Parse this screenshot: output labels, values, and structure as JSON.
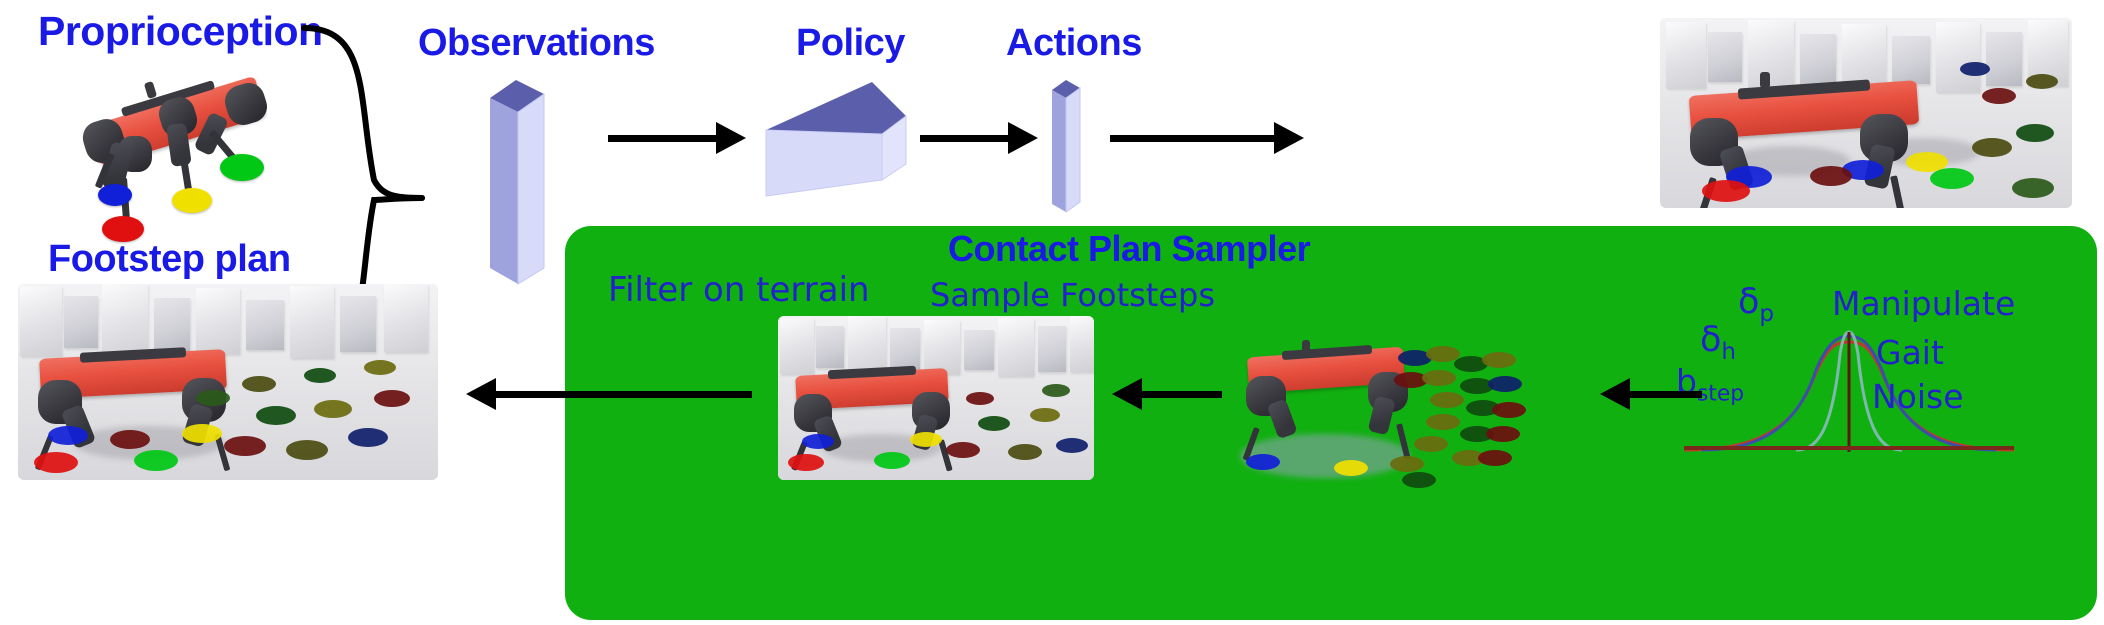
{
  "figure": {
    "type": "pipeline-diagram",
    "background": "#ffffff",
    "accent_blue": "#1a1ae6",
    "panel_green": "#11b011"
  },
  "labels": {
    "proprioception": "Proprioception",
    "observations": "Observations",
    "policy": "Policy",
    "actions": "Actions",
    "footstep_plan": "Footstep plan"
  },
  "sampler": {
    "title": "Contact Plan Sampler",
    "filter_label": "Filter on terrain",
    "sample_label": "Sample Footsteps"
  },
  "noise_plot": {
    "symbols": [
      {
        "base": "δ",
        "sub": "p"
      },
      {
        "base": "δ",
        "sub": "h"
      },
      {
        "base": "b",
        "sub": "step"
      }
    ],
    "effects": [
      "Manipulate",
      "Gait",
      "Noise"
    ],
    "curves": [
      {
        "name": "narrow",
        "color": "#7fb8ad",
        "sigma": 0.28,
        "peak": 1.0
      },
      {
        "name": "medium",
        "color": "#3a4fa8",
        "sigma": 0.46,
        "peak": 0.72
      },
      {
        "name": "wide",
        "color": "#c0392b",
        "sigma": 0.7,
        "peak": 0.52
      }
    ],
    "axis_color": "#7a2a1a"
  },
  "foot_colors": {
    "front_left": "#00c814",
    "front_right": "#f0e000",
    "rear_left": "#e01010",
    "rear_right": "#1020d8"
  },
  "contact_palette": [
    "#6b0f0f",
    "#0f1f6b",
    "#6b6b0f",
    "#0f4b0f",
    "#4b4b10",
    "#2a5a1a"
  ],
  "scenes": {
    "proprioception": {
      "caption_ref": "labels.proprioception"
    },
    "rollout": {
      "caption_ref": "labels.actions"
    },
    "footstep_plan": {
      "caption_ref": "labels.footstep_plan"
    },
    "filtered": {
      "caption_ref": "sampler.filter_label"
    },
    "sampled": {
      "caption_ref": "sampler.sample_label"
    }
  },
  "arrows": [
    {
      "name": "observations-to-policy",
      "direction": "right"
    },
    {
      "name": "policy-to-actions",
      "direction": "right"
    },
    {
      "name": "actions-to-rollout",
      "direction": "right"
    },
    {
      "name": "noise-to-sample",
      "direction": "left"
    },
    {
      "name": "sample-to-filter",
      "direction": "left"
    },
    {
      "name": "filter-to-plan",
      "direction": "left"
    }
  ]
}
